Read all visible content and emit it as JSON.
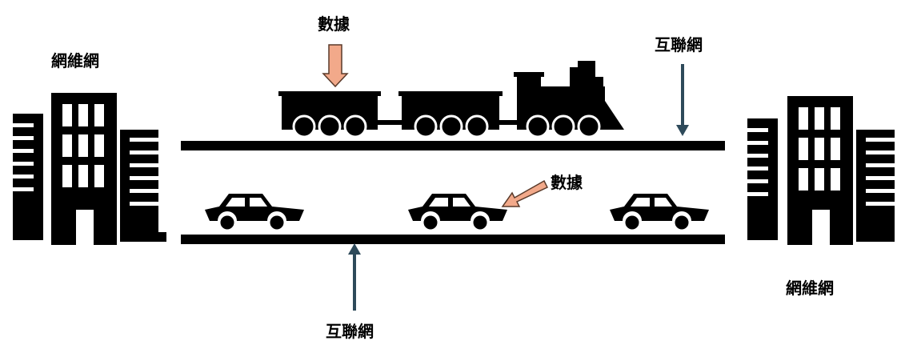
{
  "labels": {
    "www_left": "網維網",
    "www_right": "網維網",
    "data_top": "數據",
    "data_car": "數據",
    "internet_top": "互聯網",
    "internet_bottom": "互聯網"
  },
  "colors": {
    "shape": "#000000",
    "data_arrow_fill": "#f2a98a",
    "data_arrow_stroke": "#5a3a2a",
    "internet_arrow": "#2e4a5a"
  },
  "icons": [
    "building-icon",
    "train-icon",
    "car-icon",
    "arrow-icon",
    "rail-track"
  ]
}
